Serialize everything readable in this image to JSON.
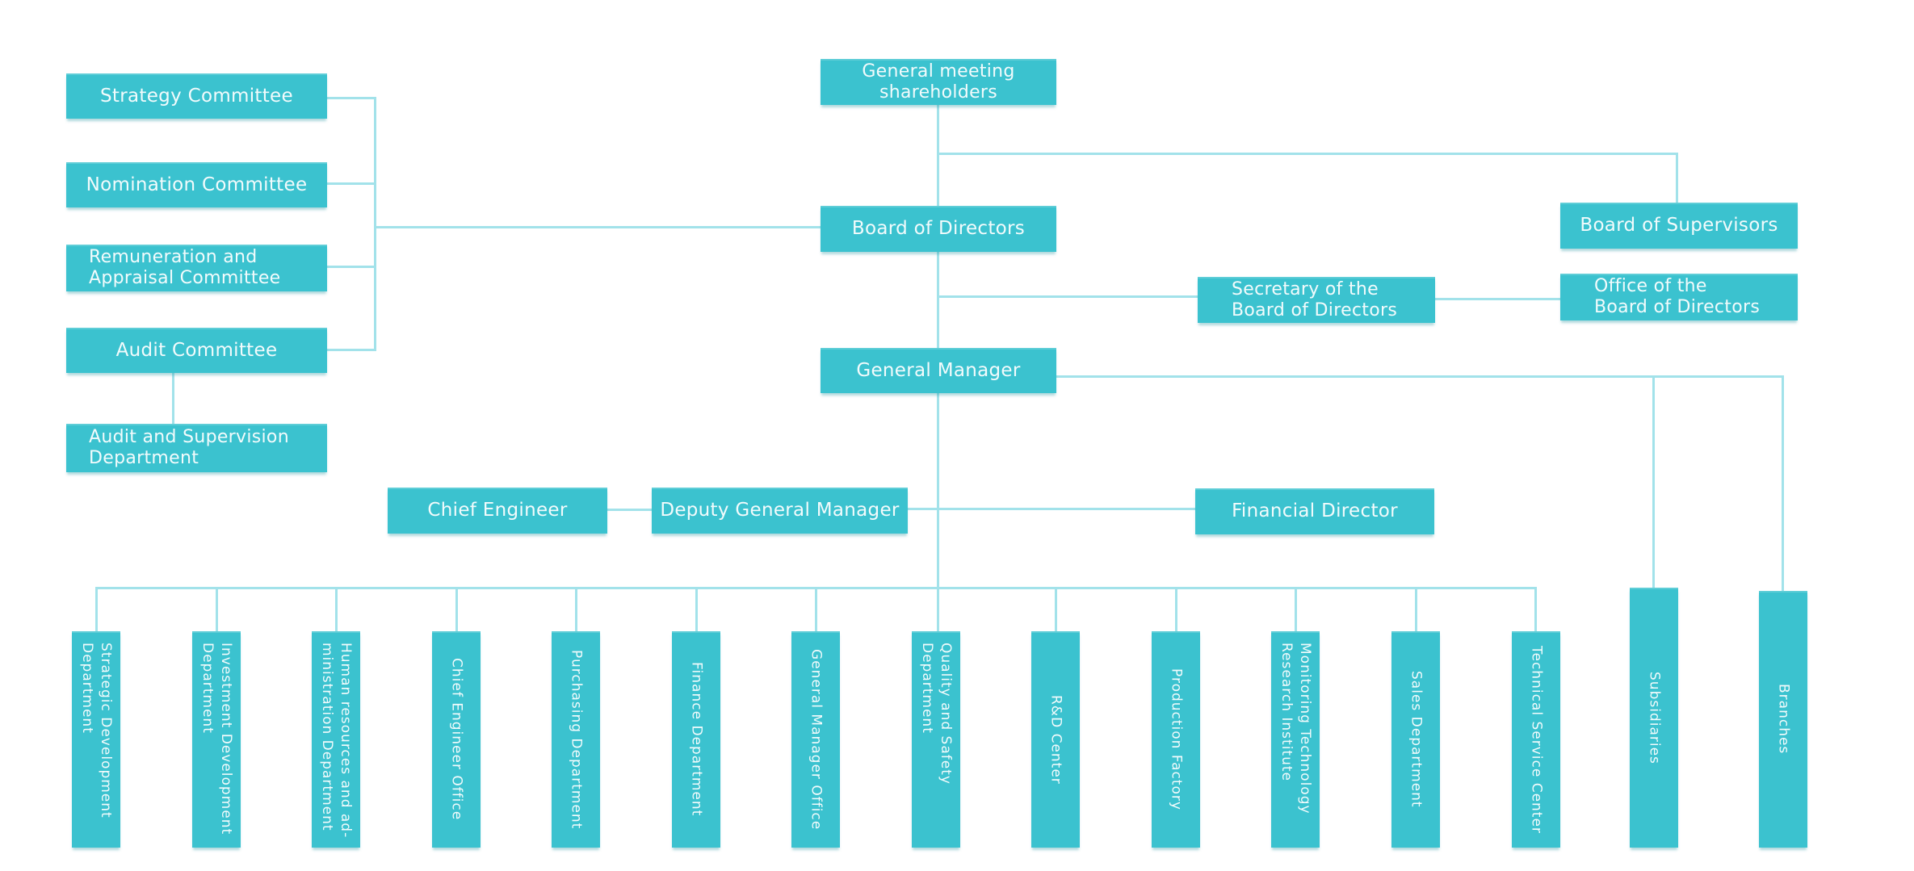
{
  "colors": {
    "node_fill": "#3bc2cf",
    "connector": "#a2e2ea",
    "node_text": "#f2fbfc",
    "page_bg": "#ffffff"
  },
  "nodes": {
    "general_meeting_shareholders": "General meeting\nshareholders",
    "board_of_directors": "Board of Directors",
    "board_of_supervisors": "Board of Supervisors",
    "secretary_of_the_board": "Secretary of the\nBoard of Directors",
    "office_of_the_board": "Office of the\nBoard of Directors",
    "general_manager": "General Manager",
    "strategy_committee": "Strategy Committee",
    "nomination_committee": "Nomination Committee",
    "remuneration_committee": "Remuneration and\nAppraisal Committee",
    "audit_committee": "Audit Committee",
    "audit_supervision_department": "Audit and Supervision\nDepartment",
    "chief_engineer": "Chief Engineer",
    "deputy_general_manager": "Deputy General Manager",
    "financial_director": "Financial Director",
    "subsidiaries": "Subsidiaries",
    "branches": "Branches"
  },
  "departments": [
    "Strategic Development\nDepartment",
    "Investment Development\nDepartment",
    "Human resources and ad-\nministration Department",
    "Chief Engineer Office",
    "Purchasing Department",
    "Finance Department",
    "General Manager Office",
    "Quality and Safety\nDepartment",
    "R&D Center",
    "Production Factory",
    "Monitoring Technology\nResearch Institute",
    "Sales Department",
    "Technical Service Center"
  ]
}
